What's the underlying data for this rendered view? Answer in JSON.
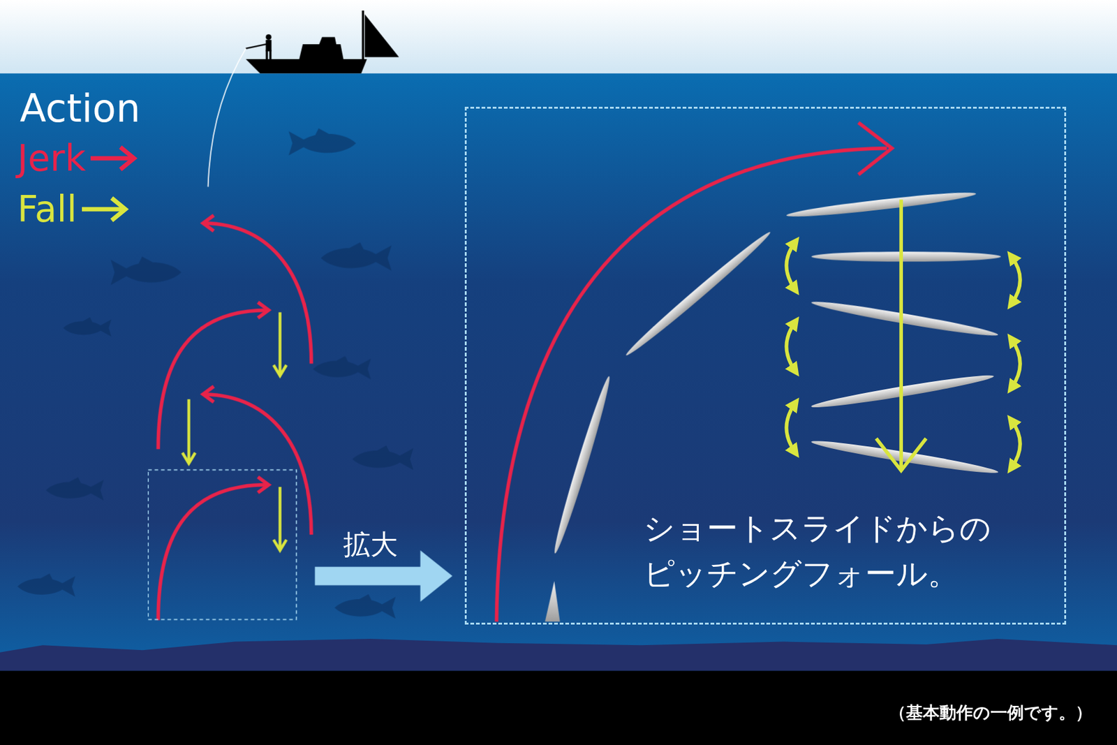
{
  "diagram": {
    "caption": "（基本動作の一例です。）",
    "nodes": [
      {
        "text": [
          "ショートスライドからの ピッチングフォール。"
        ]
      }
    ],
    "edges": [],
    "labels": [
      "Action",
      "拡大"
    ],
    "legend": [
      {
        "text": "Jerk"
      },
      {
        "text": "Fall"
      }
    ]
  }
}
